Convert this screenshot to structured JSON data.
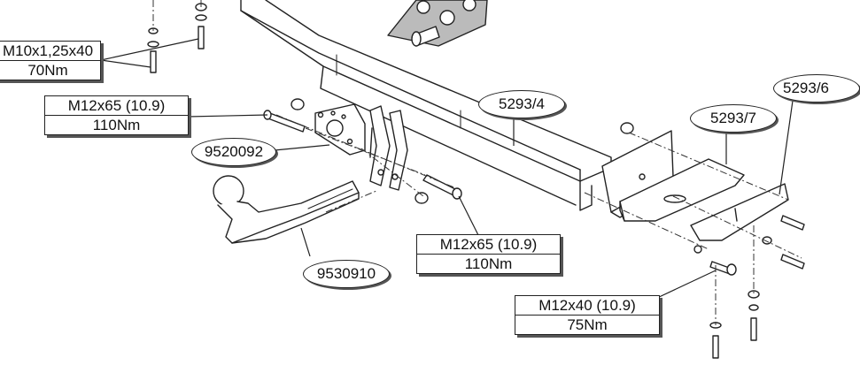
{
  "specs": [
    {
      "id": "m10",
      "line1": "M10x1,25x40",
      "line2": "70Nm"
    },
    {
      "id": "m12a",
      "line1": "M12x65 (10.9)",
      "line2": "110Nm"
    },
    {
      "id": "m12b",
      "line1": "M12x65 (10.9)",
      "line2": "110Nm"
    },
    {
      "id": "m12c",
      "line1": "M12x40 (10.9)",
      "line2": "75Nm"
    }
  ],
  "parts": [
    {
      "id": "p1",
      "number": "5293/4"
    },
    {
      "id": "p2",
      "number": "5293/7"
    },
    {
      "id": "p3",
      "number": "5293/6"
    },
    {
      "id": "p4",
      "number": "9520092"
    },
    {
      "id": "p5",
      "number": "9530910"
    }
  ]
}
